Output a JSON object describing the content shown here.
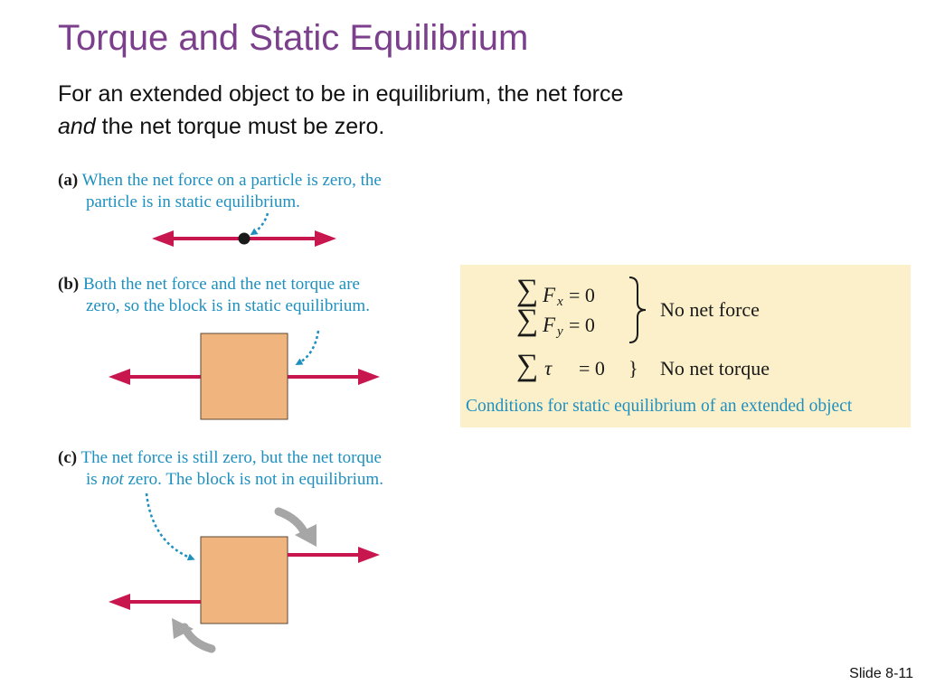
{
  "title": "Torque and Static Equilibrium",
  "intro": {
    "line1": "For an extended object to be in equilibrium, the net force",
    "line2_em": "and",
    "line2_rest": " the net torque must be zero."
  },
  "panels": {
    "a": {
      "tag": "(a)",
      "line1": "When the net force on a particle is zero, the",
      "line2": "particle is in static equilibrium."
    },
    "b": {
      "tag": "(b)",
      "line1": "Both the net force and the net torque are",
      "line2": "zero, so the block is in static equilibrium."
    },
    "c": {
      "tag": "(c)",
      "line1": "The net force is still zero, but the net torque",
      "line2_pre": "is ",
      "line2_em": "not",
      "line2_post": " zero. The block is not in equilibrium."
    }
  },
  "equations": {
    "sum": "∑",
    "fx_var": "F",
    "fx_sub": "x",
    "fy_var": "F",
    "fy_sub": "y",
    "tau": "τ",
    "equals_zero": "= 0",
    "brace_open": "}",
    "no_net_force": "No net force",
    "no_net_torque": "No net torque",
    "caption": "Conditions for static equilibrium of an extended object"
  },
  "footer": {
    "slide_number": "Slide 8-11"
  },
  "colors": {
    "title": "#7b3f8c",
    "caption": "#1e90c0",
    "force_arrow": "#c8174f",
    "block_fill": "#f0b57f",
    "eq_box": "#fbf0c9",
    "curl_arrow": "#a6a6a6"
  }
}
